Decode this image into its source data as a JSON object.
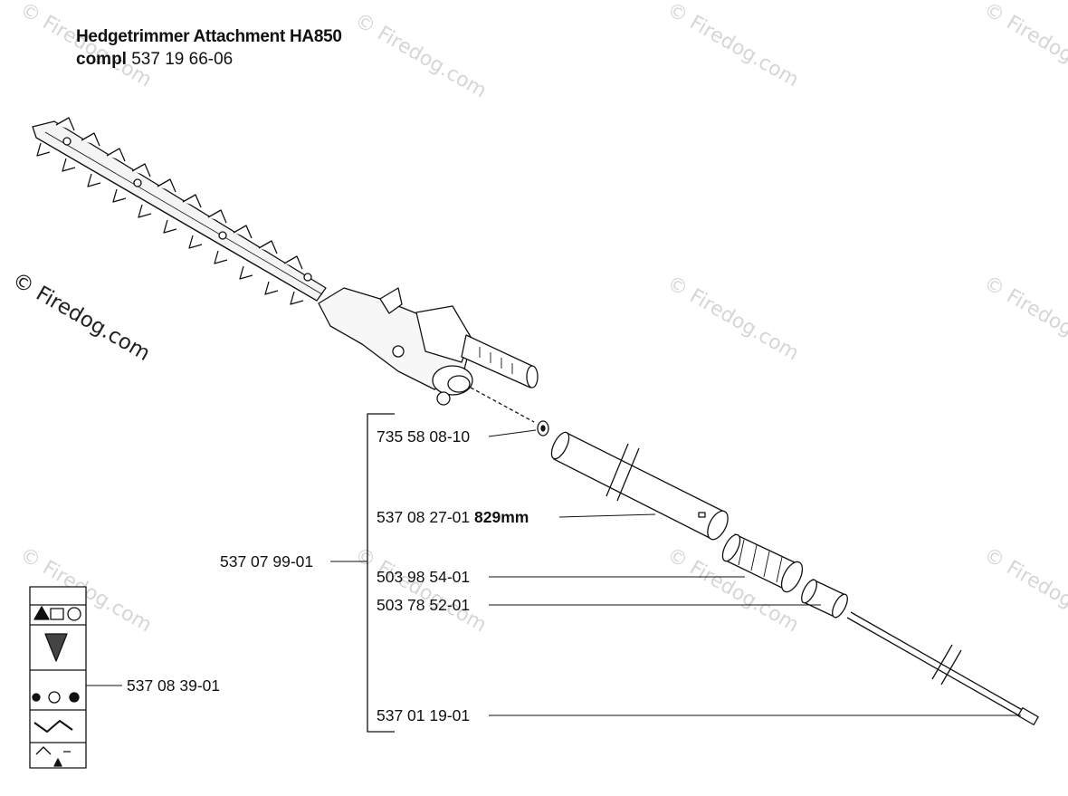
{
  "title": {
    "line1": "Hedgetrimmer Attachment HA850",
    "line2_bold": "compl",
    "line2_rest": " 537 19 66-06"
  },
  "watermark": {
    "text": "© Firedog.com"
  },
  "parts": {
    "washer": "735 58 08-10",
    "tube": "537 08 27-01",
    "tube_length": "829mm",
    "kit": "537 07 99-01",
    "bushing": "503 98 54-01",
    "nut": "503 78 52-01",
    "shaft": "537 01 19-01",
    "decal": "537 08 39-01"
  }
}
